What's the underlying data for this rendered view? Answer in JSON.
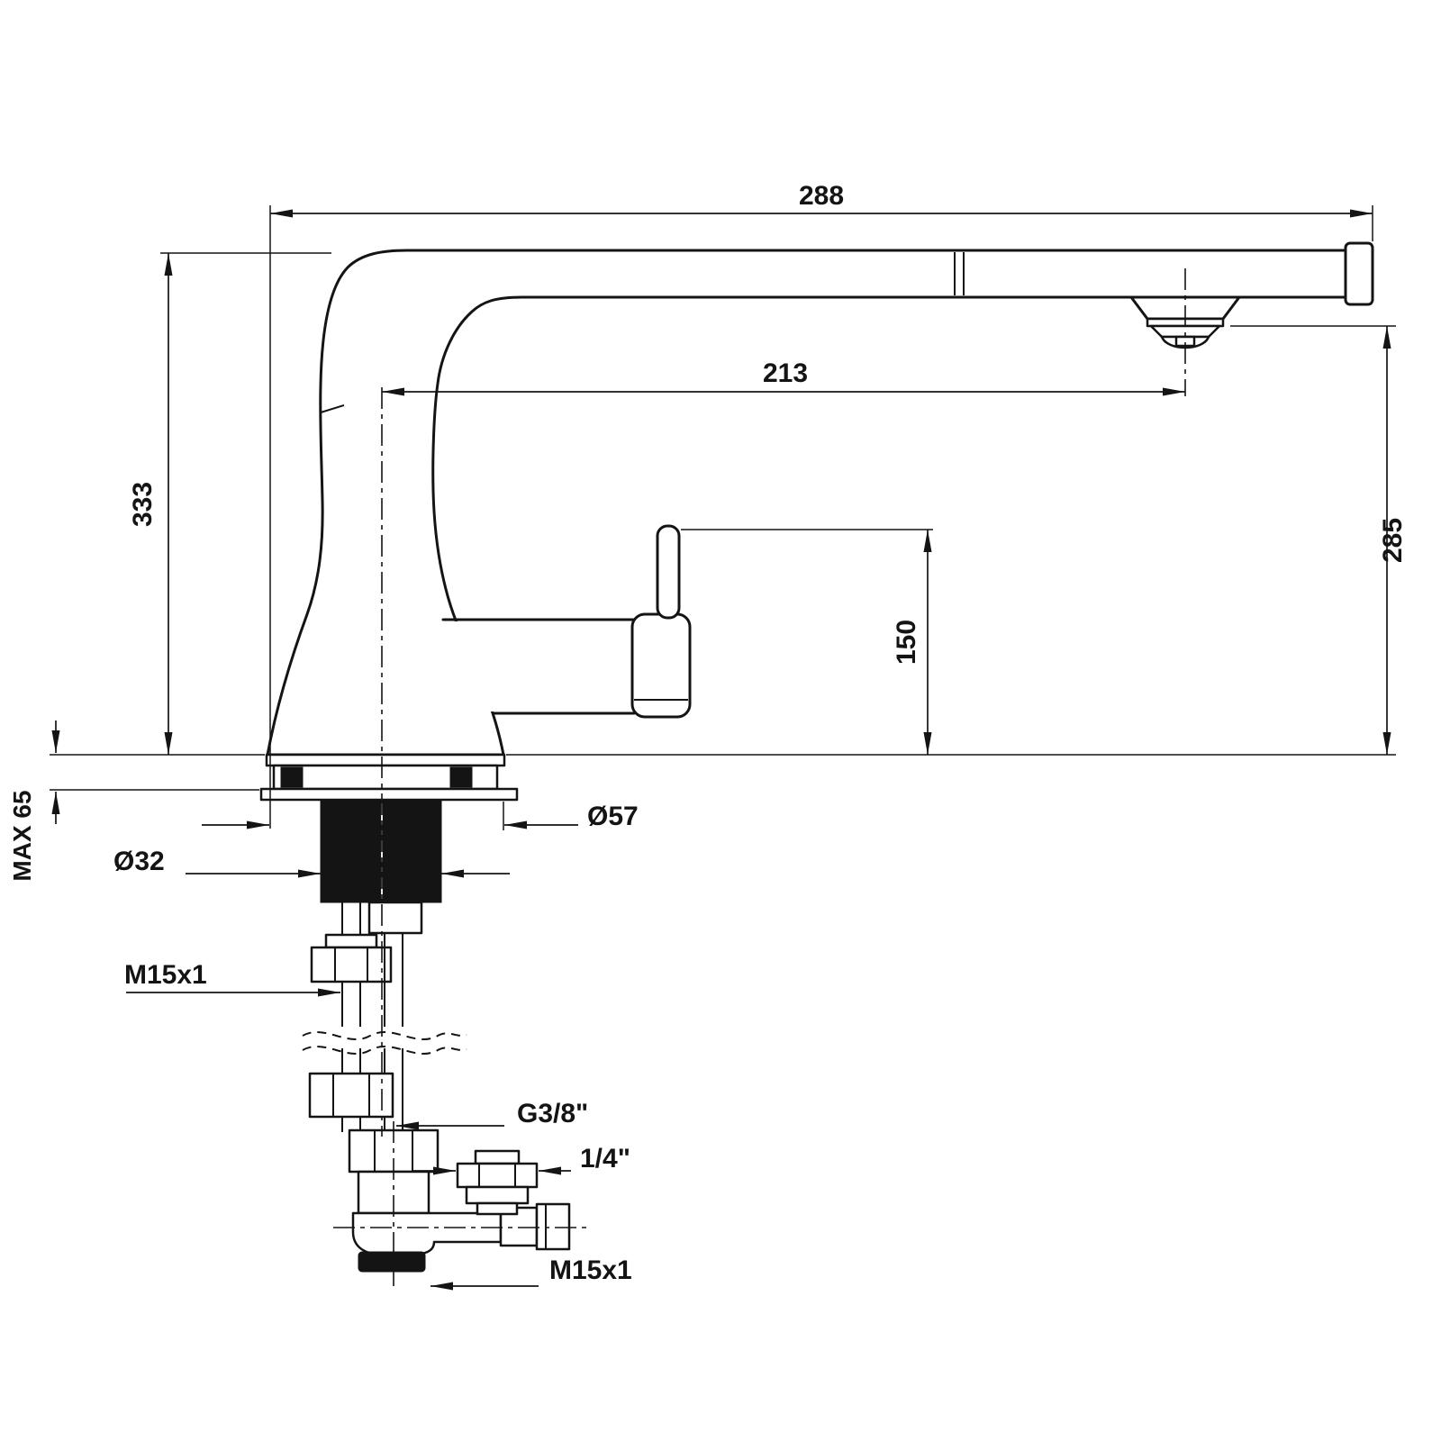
{
  "drawing": {
    "ink_color": "#141414",
    "paper_color": "#ffffff",
    "dims": {
      "overall_width": "288",
      "spout_reach": "213",
      "overall_height": "333",
      "height_right": "285",
      "handle_height": "150",
      "deck_max": "MAX 65",
      "base_diameter": "Ø57",
      "shank_diameter": "Ø32",
      "inlet_thread": "M15x1",
      "supply_thread": "G3/8\"",
      "hose_thread": "1/4\"",
      "outlet_thread": "M15x1"
    }
  }
}
